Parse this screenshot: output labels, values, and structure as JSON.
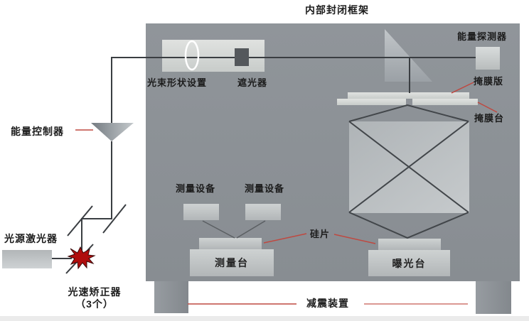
{
  "title": "内部封闭框架",
  "frame_labels": {
    "beam_shaper": "光束形状设置",
    "shutter": "遮光器",
    "energy_detector": "能量探测器",
    "mask_plate": "掩膜版",
    "mask_stage": "掩膜台",
    "measure_device_left": "测量设备",
    "measure_device_right": "测量设备",
    "wafer": "硅片",
    "measure_stage": "测量台",
    "exposure_stage": "曝光台"
  },
  "outside_labels": {
    "energy_controller": "能量控制器",
    "laser": "光源激光器",
    "corrector": "光速矫正器",
    "corrector_count": "（3个）",
    "damper": "减震装置"
  },
  "colors": {
    "frame_gray": "#8c9196",
    "beam_line": "#3a3e42",
    "annotation_red": "#bf4840",
    "starburst_red": "#b00d0d",
    "background": "#ffffff"
  }
}
